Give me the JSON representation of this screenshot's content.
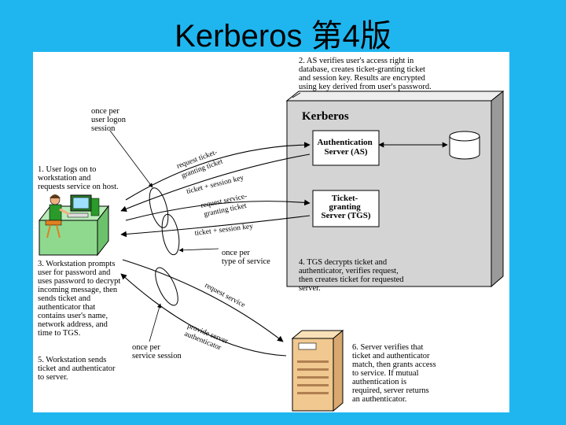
{
  "slide": {
    "title": "Kerberos 第4版"
  },
  "diagram": {
    "kerberos_box_label": "Kerberos",
    "as_label": "Authentication\nServer (AS)",
    "tgs_label": "Ticket-\ngranting\nServer (TGS)",
    "steps": {
      "step1": "1. User logs on to\nworkstation and\nrequests service on host.",
      "step2": "2. AS verifies user's access right in\ndatabase, creates ticket-granting ticket\nand session key. Results are encrypted\nusing key derived from user's password.",
      "step3": "3. Workstation prompts\nuser for password and\nuses password to decrypt\nincoming message, then\nsends ticket and\nauthenticator that\ncontains user's name,\nnetwork address, and\ntime to TGS.",
      "step4": "4. TGS decrypts ticket and\nauthenticator, verifies request,\nthen creates ticket for requested\nserver.",
      "step5": "5. Workstation sends\nticket and authenticator\nto server.",
      "step6": "6. Server verifies that\nticket and authenticator\nmatch, then grants access\nto service. If mutual\nauthentication is\nrequired, server returns\nan authenticator."
    },
    "session_notes": {
      "once_per_logon": "once per\nuser logon\nsession",
      "once_per_service_type": "once per\ntype of service",
      "once_per_service_session": "once per\nservice session"
    },
    "arrow_labels": {
      "request_tgt_1": "request ticket-",
      "request_tgt_2": "granting ticket",
      "ticket_session_key_1": "ticket + session key",
      "request_service_ticket_1": "request service-",
      "request_service_ticket_2": "granting ticket",
      "ticket_session_key_2": "ticket + session key",
      "request_service": "request service",
      "provide_authenticator_1": "provide server",
      "provide_authenticator_2": "authenticator"
    },
    "colors": {
      "background": "#1fb6f0",
      "kerberos_box": "#d4d4d4",
      "desk": "#8fd98f",
      "person_shirt": "#2a9a2a",
      "server_tower": "#f0c890"
    }
  }
}
